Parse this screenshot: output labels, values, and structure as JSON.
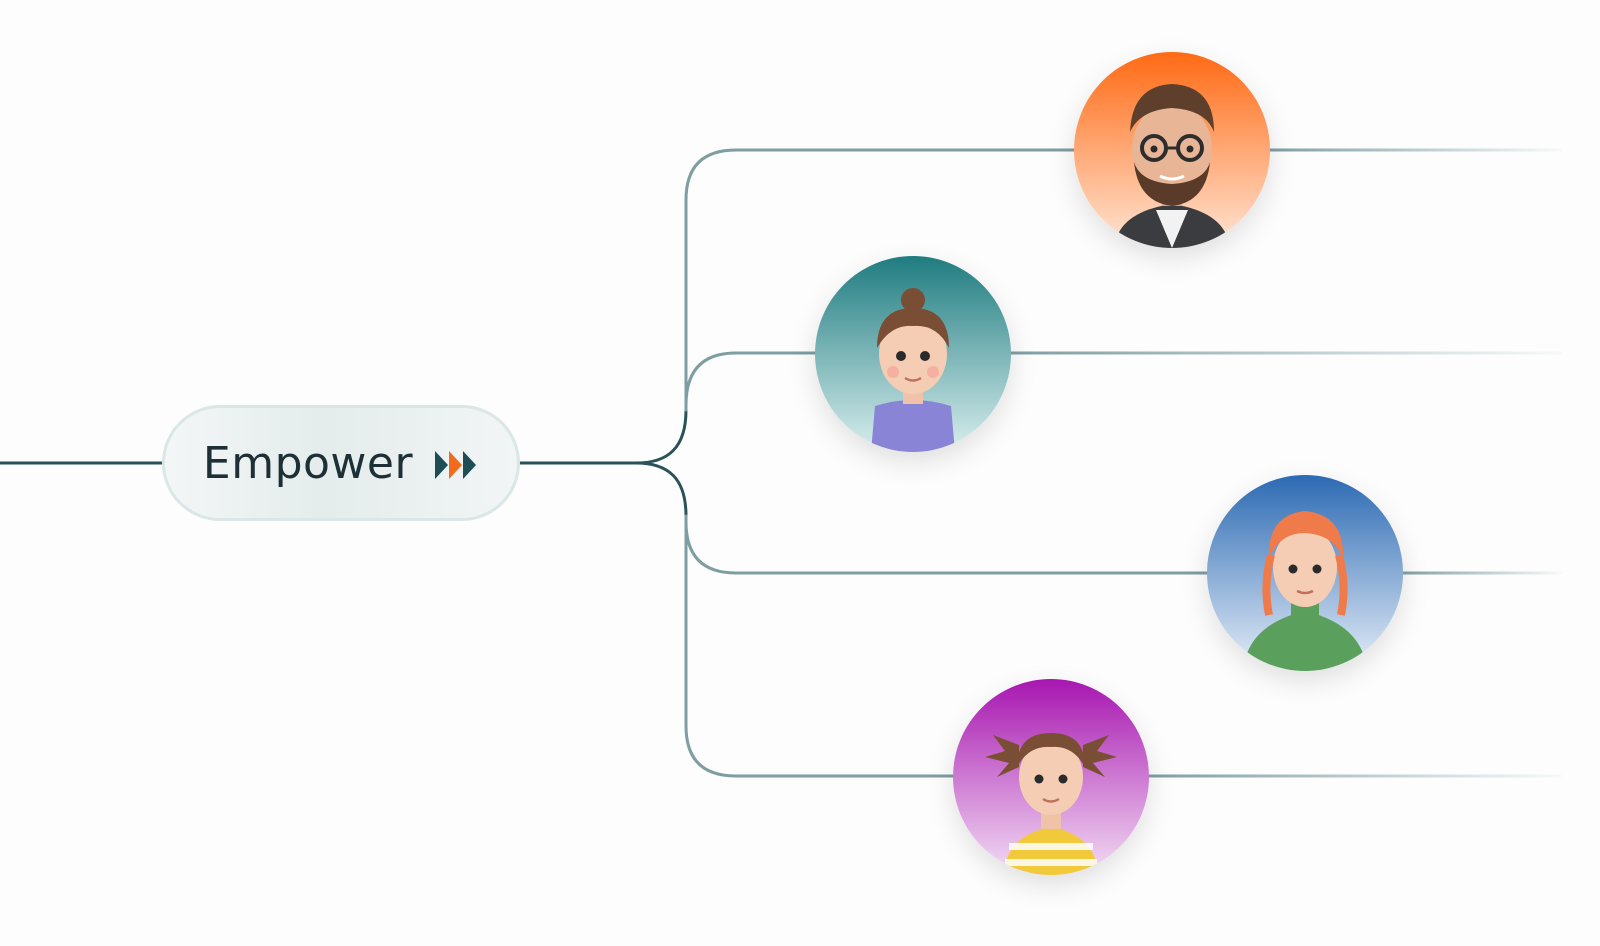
{
  "node": {
    "label": "Empower",
    "icon": "double-chevron-right-icon",
    "icon_colors": [
      "#f26b1d",
      "#1e4d55"
    ]
  },
  "colors": {
    "trunk_line": "#2a5258",
    "branch_line": "#7e9ea2",
    "pill_border": "#dbe6e7"
  },
  "avatars": [
    {
      "name": "avatar-bearded-man-glasses",
      "bg_top": "#ff6a14",
      "bg_bottom": "#ffe6d6"
    },
    {
      "name": "avatar-girl-hair-bun",
      "bg_top": "#1f7c80",
      "bg_bottom": "#d9eeee"
    },
    {
      "name": "avatar-redhead-woman",
      "bg_top": "#2c6ab3",
      "bg_bottom": "#e6eef8"
    },
    {
      "name": "avatar-girl-pigtails",
      "bg_top": "#a716b0",
      "bg_bottom": "#f3ddf4"
    }
  ]
}
